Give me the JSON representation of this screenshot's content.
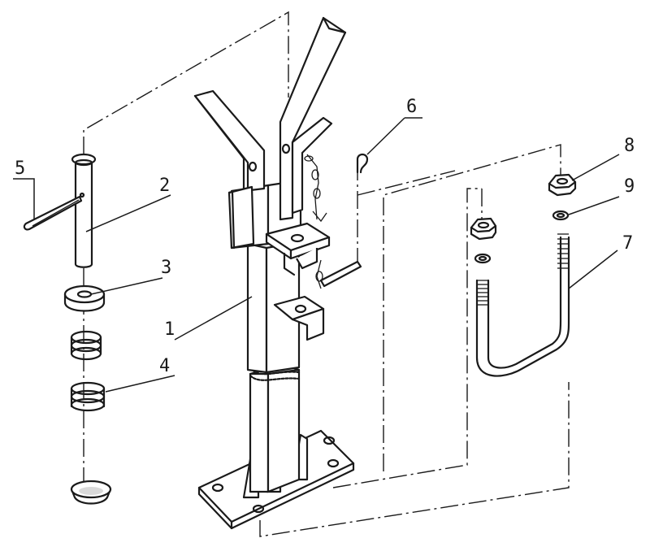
{
  "callouts": {
    "c1": "1",
    "c2": "2",
    "c3": "3",
    "c4": "4",
    "c5": "5",
    "c6": "6",
    "c7": "7",
    "c8": "8",
    "c9": "9"
  },
  "colors": {
    "ink": "#1a1a1a",
    "paper": "#ffffff"
  }
}
